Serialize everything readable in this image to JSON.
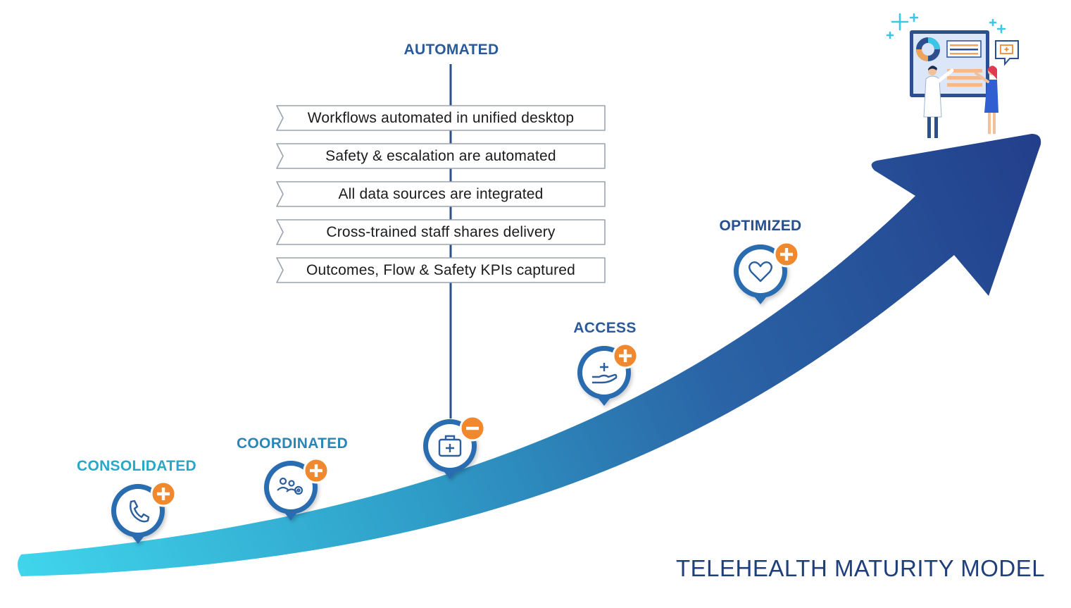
{
  "diagram": {
    "title": "TELEHEALTH MATURITY MODEL",
    "stages": [
      {
        "label": "CONSOLIDATED",
        "icon": "phone-icon",
        "badge": "plus",
        "label_color": "#2aa6c9"
      },
      {
        "label": "COORDINATED",
        "icon": "team-gear-icon",
        "badge": "plus",
        "label_color": "#2b86b8"
      },
      {
        "label": "AUTOMATED",
        "icon": "medical-kit-icon",
        "badge": "minus",
        "label_color": "#2a5a9a"
      },
      {
        "label": "ACCESS",
        "icon": "hand-care-icon",
        "badge": "plus",
        "label_color": "#2a5a9a"
      },
      {
        "label": "OPTIMIZED",
        "icon": "heart-icon",
        "badge": "plus",
        "label_color": "#264f92"
      }
    ],
    "automated_items": [
      "Workflows automated in unified desktop",
      "Safety & escalation are automated",
      "All data sources are integrated",
      "Cross-trained staff shares delivery",
      "Outcomes, Flow & Safety KPIs captured"
    ],
    "colors": {
      "arrow_start": "#3fd3ea",
      "arrow_end": "#23408c",
      "badge_orange": "#f0882e",
      "title": "#1e3f7a",
      "connector": "#2a4f8c"
    }
  }
}
